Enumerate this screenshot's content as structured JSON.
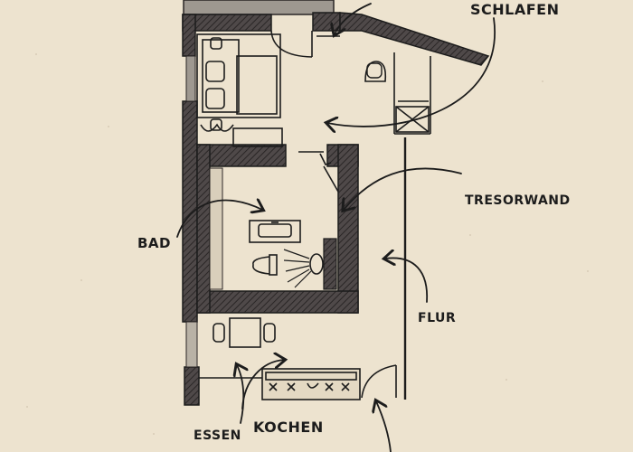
{
  "rooms": {
    "schlafen": "SCHLAFEN",
    "tresorwand": "TRESORWAND",
    "bad": "BAD",
    "flur": "FLUR",
    "essen": "ESSEN",
    "kochen": "KOCHEN"
  },
  "colors": {
    "paper": "#ede3cf",
    "wall": "#4a4545",
    "wall_hatch": "#2a2626",
    "ink": "#1c1c1c",
    "window_gray": "#9e9890"
  }
}
